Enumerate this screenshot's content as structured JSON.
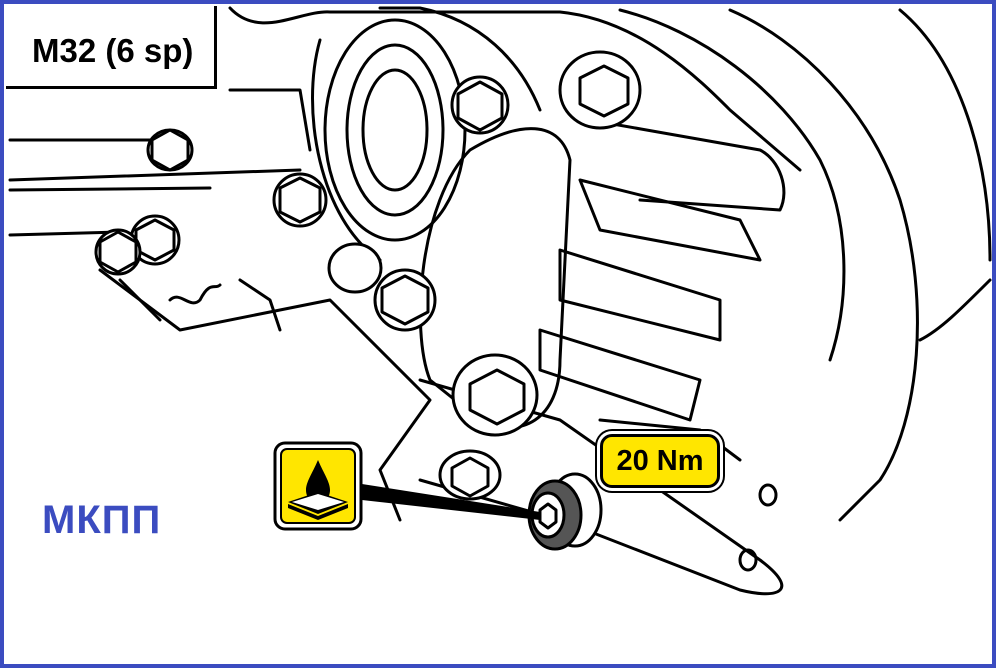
{
  "title": "M32 (6 sp)",
  "torque_label": "20 Nm",
  "caption": "МКПП",
  "icon": "oil-fill-plug-icon",
  "colors": {
    "frame": "#3b4cc0",
    "caption": "#3b4cc0",
    "torque_badge": "#ffe600",
    "icon_bg": "#ffe600",
    "line_art": "#000000"
  }
}
